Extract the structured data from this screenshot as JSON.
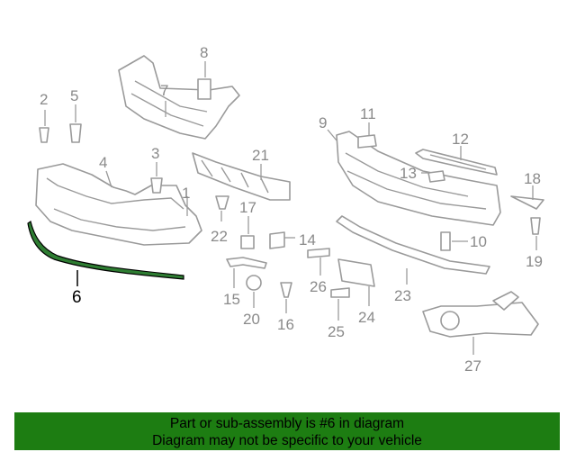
{
  "diagram": {
    "highlighted_part": "6",
    "callouts": {
      "c1": "1",
      "c2": "2",
      "c3": "3",
      "c4": "4",
      "c5": "5",
      "c6": "6",
      "c7": "7",
      "c8": "8",
      "c9": "9",
      "c10": "10",
      "c11": "11",
      "c12": "12",
      "c13": "13",
      "c14": "14",
      "c15": "15",
      "c16": "16",
      "c17": "17",
      "c18": "18",
      "c19": "19",
      "c20": "20",
      "c21": "21",
      "c22": "22",
      "c23": "23",
      "c24": "24",
      "c25": "25",
      "c26": "26",
      "c27": "27"
    }
  },
  "banner": {
    "line1": "Part or sub-assembly is #6 in diagram",
    "line2": "Diagram may not be specific to your vehicle",
    "background": "#1d7d12"
  }
}
